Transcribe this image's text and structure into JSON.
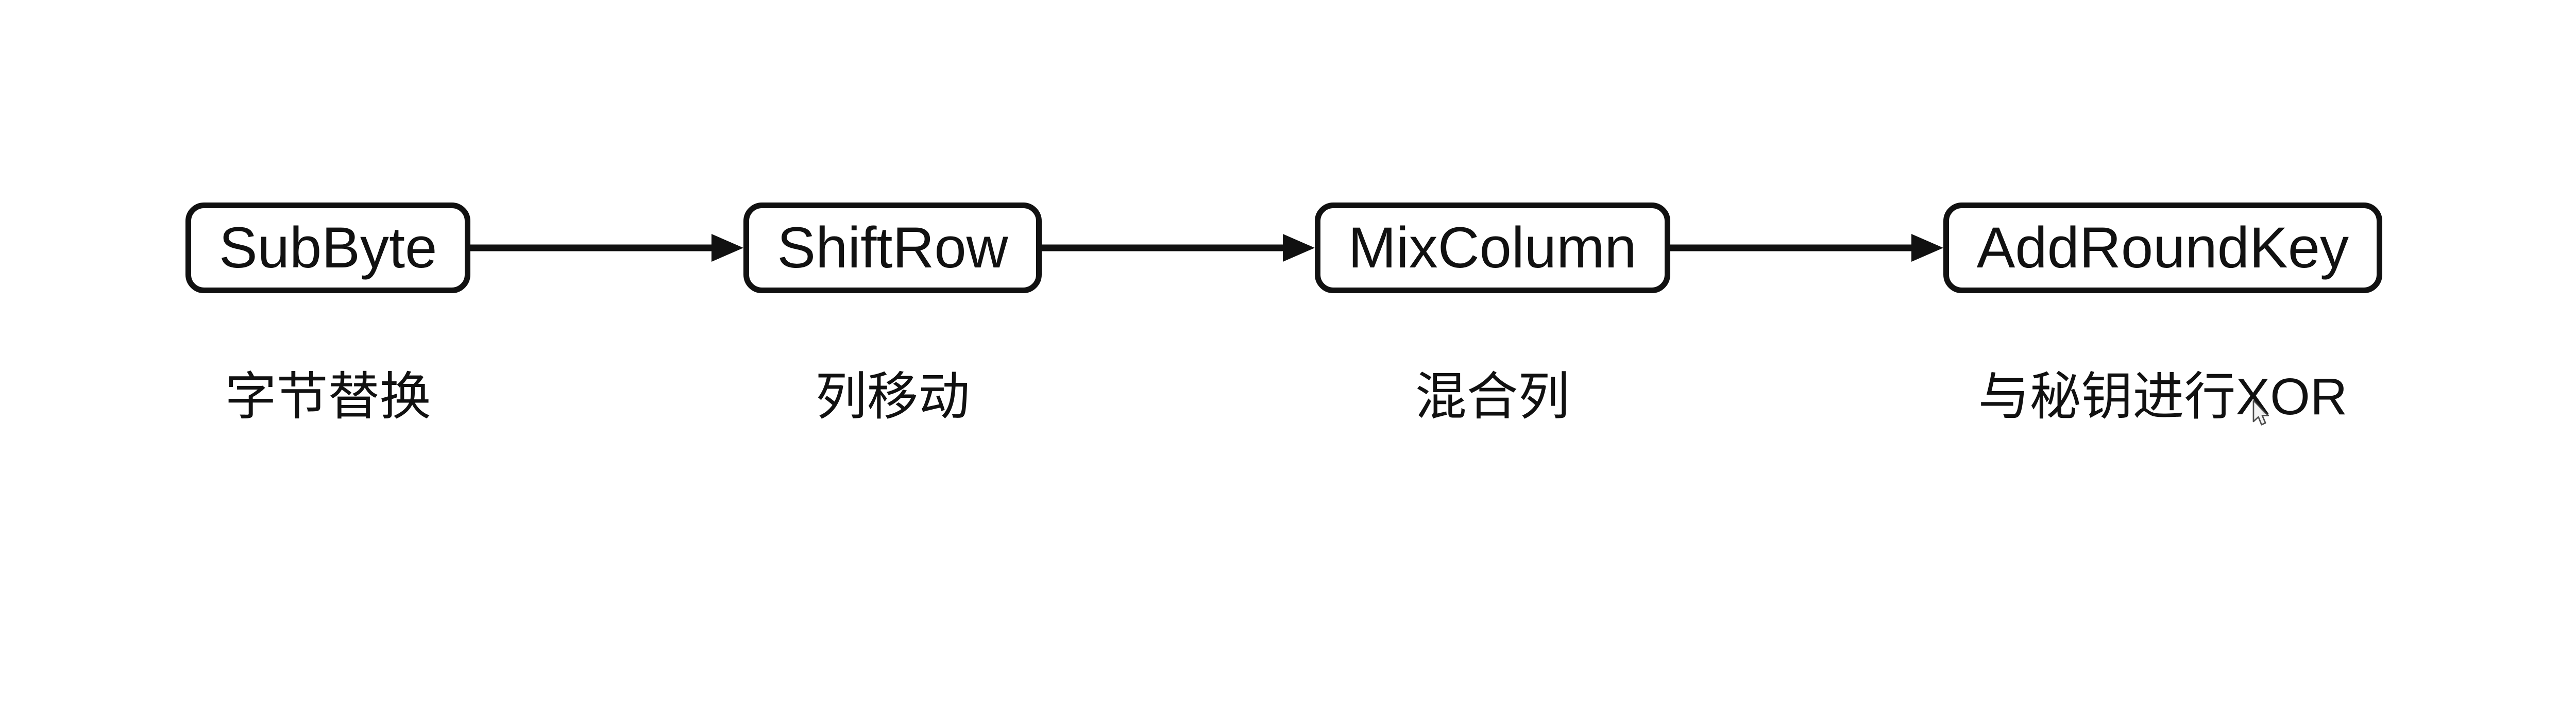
{
  "diagram": {
    "background_color": "#ffffff",
    "stroke_color": "#111111",
    "box_fill_color": "#ffffff",
    "steps": [
      {
        "id": "subbyte",
        "en": "SubByte",
        "zh": "字节替换"
      },
      {
        "id": "shiftrow",
        "en": "ShiftRow",
        "zh": "列移动"
      },
      {
        "id": "mixcolumn",
        "en": "MixColumn",
        "zh": "混合列"
      },
      {
        "id": "addroundkey",
        "en": "AddRoundKey",
        "zh": "与秘钥进行XOR"
      }
    ],
    "connectors": 3,
    "icons": {
      "connector": "right-arrow",
      "pointer": "mouse-arrow-cursor"
    }
  }
}
